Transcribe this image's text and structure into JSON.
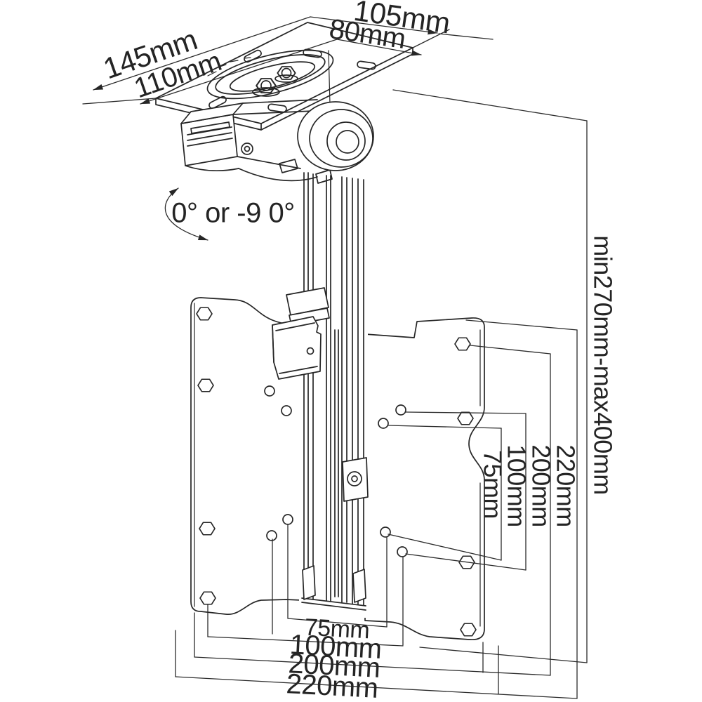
{
  "figure": {
    "subject": "TV ceiling mount bracket — dimensional line drawing",
    "background_color": "#ffffff",
    "line_color": "#262626"
  },
  "ceiling_plate_dims": {
    "outer_depth": "145mm",
    "inner_depth": "110mm",
    "outer_width": "105mm",
    "inner_width": "80mm"
  },
  "tilt_range_label": "0° or -9 0°",
  "drop_height_range": "min270mm-max400mm",
  "vesa_side_dims": {
    "labels": [
      "75mm",
      "100mm",
      "200mm",
      "220mm"
    ]
  },
  "vesa_bottom_dims": {
    "labels": [
      "75mm",
      "100mm",
      "200mm",
      "220mm"
    ]
  }
}
